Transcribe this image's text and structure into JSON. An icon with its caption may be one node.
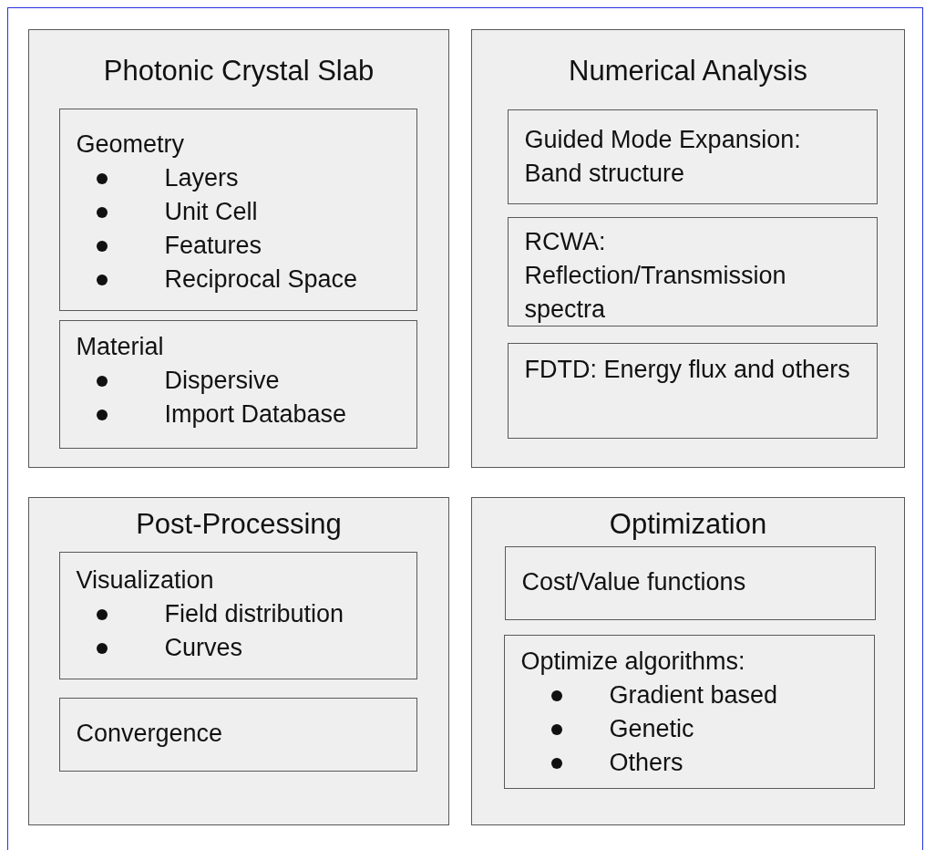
{
  "diagram": {
    "nodes": [
      {
        "text": [
          "Photonic Crystal Slab"
        ]
      },
      {
        "text": [
          "Geometry",
          "Layers",
          "Unit Cell",
          "Features",
          "Reciprocal Space"
        ],
        "in": 0
      },
      {
        "text": [
          "Material",
          "Dispersive",
          "Import Database"
        ],
        "in": 0
      },
      {
        "text": [
          "Numerical Analysis"
        ]
      },
      {
        "text": [
          "Guided Mode Expansion: Band structure"
        ],
        "in": 3
      },
      {
        "text": [
          "RCWA: Reflection/Transmission spectra"
        ],
        "in": 3
      },
      {
        "text": [
          "FDTD: Energy flux and others"
        ],
        "in": 3
      },
      {
        "text": [
          "Post-Processing"
        ]
      },
      {
        "text": [
          "Visualization",
          "Field distribution",
          "Curves"
        ],
        "in": 7
      },
      {
        "text": [
          "Convergence"
        ],
        "in": 7
      },
      {
        "text": [
          "Optimization"
        ]
      },
      {
        "text": [
          "Cost/Value functions"
        ],
        "in": 10
      },
      {
        "text": [
          "Optimize algorithms:",
          "Gradient based",
          "Genetic",
          "Others"
        ],
        "in": 10
      }
    ]
  }
}
